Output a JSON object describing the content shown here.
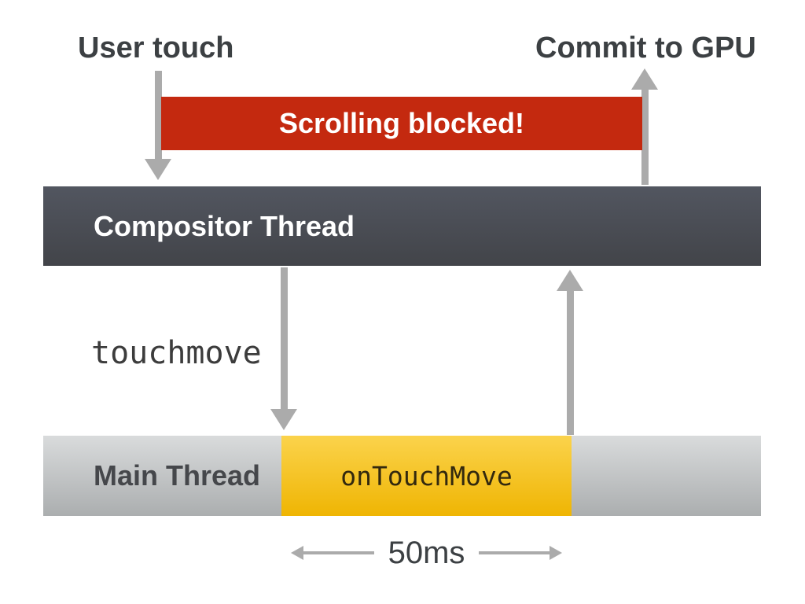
{
  "annotations": {
    "user_touch": "User touch",
    "commit_to_gpu": "Commit to GPU",
    "event_name": "touchmove",
    "duration": "50ms"
  },
  "banner": {
    "label": "Scrolling blocked!"
  },
  "compositor_thread": {
    "label": "Compositor Thread"
  },
  "main_thread": {
    "label": "Main Thread",
    "task_label": "onTouchMove"
  },
  "colors": {
    "blocked_red": "#C4290F",
    "arrow_gray": "#ABABAB",
    "heading_gray": "#3C4043",
    "compositor_top": "#525660",
    "compositor_bottom": "#424449",
    "main_top": "#D9DBDC",
    "main_bottom": "#ABAEAF",
    "main_label_gray": "#45474B",
    "task_top": "#FBD34C",
    "task_bottom": "#EFB503"
  }
}
